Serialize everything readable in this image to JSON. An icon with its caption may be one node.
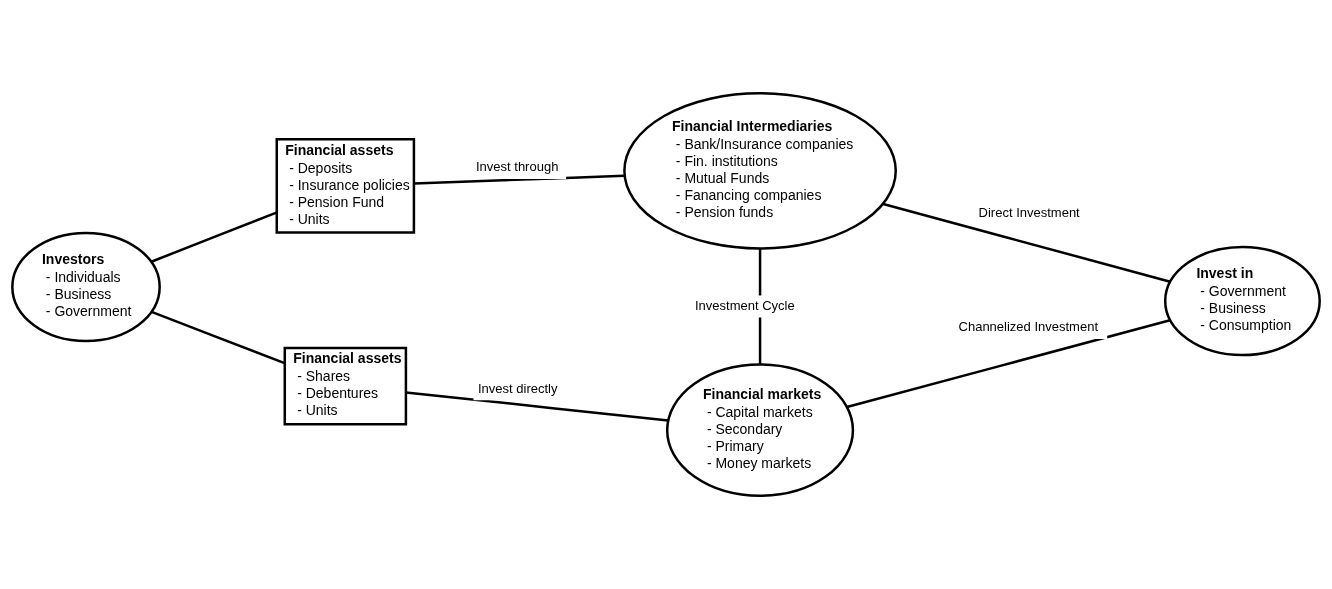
{
  "diagram": {
    "nodes": [
      {
        "text": [
          "Investors",
          "- Individuals",
          "- Business",
          "- Government"
        ]
      },
      {
        "text": [
          "Financial assets",
          "- Deposits",
          "- Insurance policies",
          "- Pension Fund",
          "- Units"
        ]
      },
      {
        "text": [
          "Financial Intermediaries",
          "- Bank/Insurance companies",
          "- Fin. institutions",
          "- Mutual Funds",
          "- Fanancing companies",
          "- Pension funds"
        ]
      },
      {
        "text": [
          "Invest in",
          "- Government",
          "- Business",
          "- Consumption"
        ]
      },
      {
        "text": [
          "Financial markets",
          "- Capital markets",
          "- Secondary",
          "- Primary",
          "- Money markets"
        ]
      },
      {
        "text": [
          "Financial assets",
          "- Shares",
          "- Debentures",
          "- Units"
        ]
      }
    ],
    "edges": [
      {
        "from": 0,
        "to": 1,
        "arrow": "none"
      },
      {
        "from": 1,
        "to": 2,
        "arrow": "none",
        "label": "Invest through"
      },
      {
        "from": 2,
        "to": 3,
        "arrow": "none",
        "label": "Direct Investment"
      },
      {
        "from": 2,
        "to": 4,
        "arrow": "none",
        "label": "Investment Cycle"
      },
      {
        "from": 3,
        "to": 4,
        "arrow": "none",
        "label": "Channelized Investment"
      },
      {
        "from": 0,
        "to": 5,
        "arrow": "none"
      },
      {
        "from": 5,
        "to": 4,
        "arrow": "none",
        "label": "Invest directly"
      }
    ]
  }
}
